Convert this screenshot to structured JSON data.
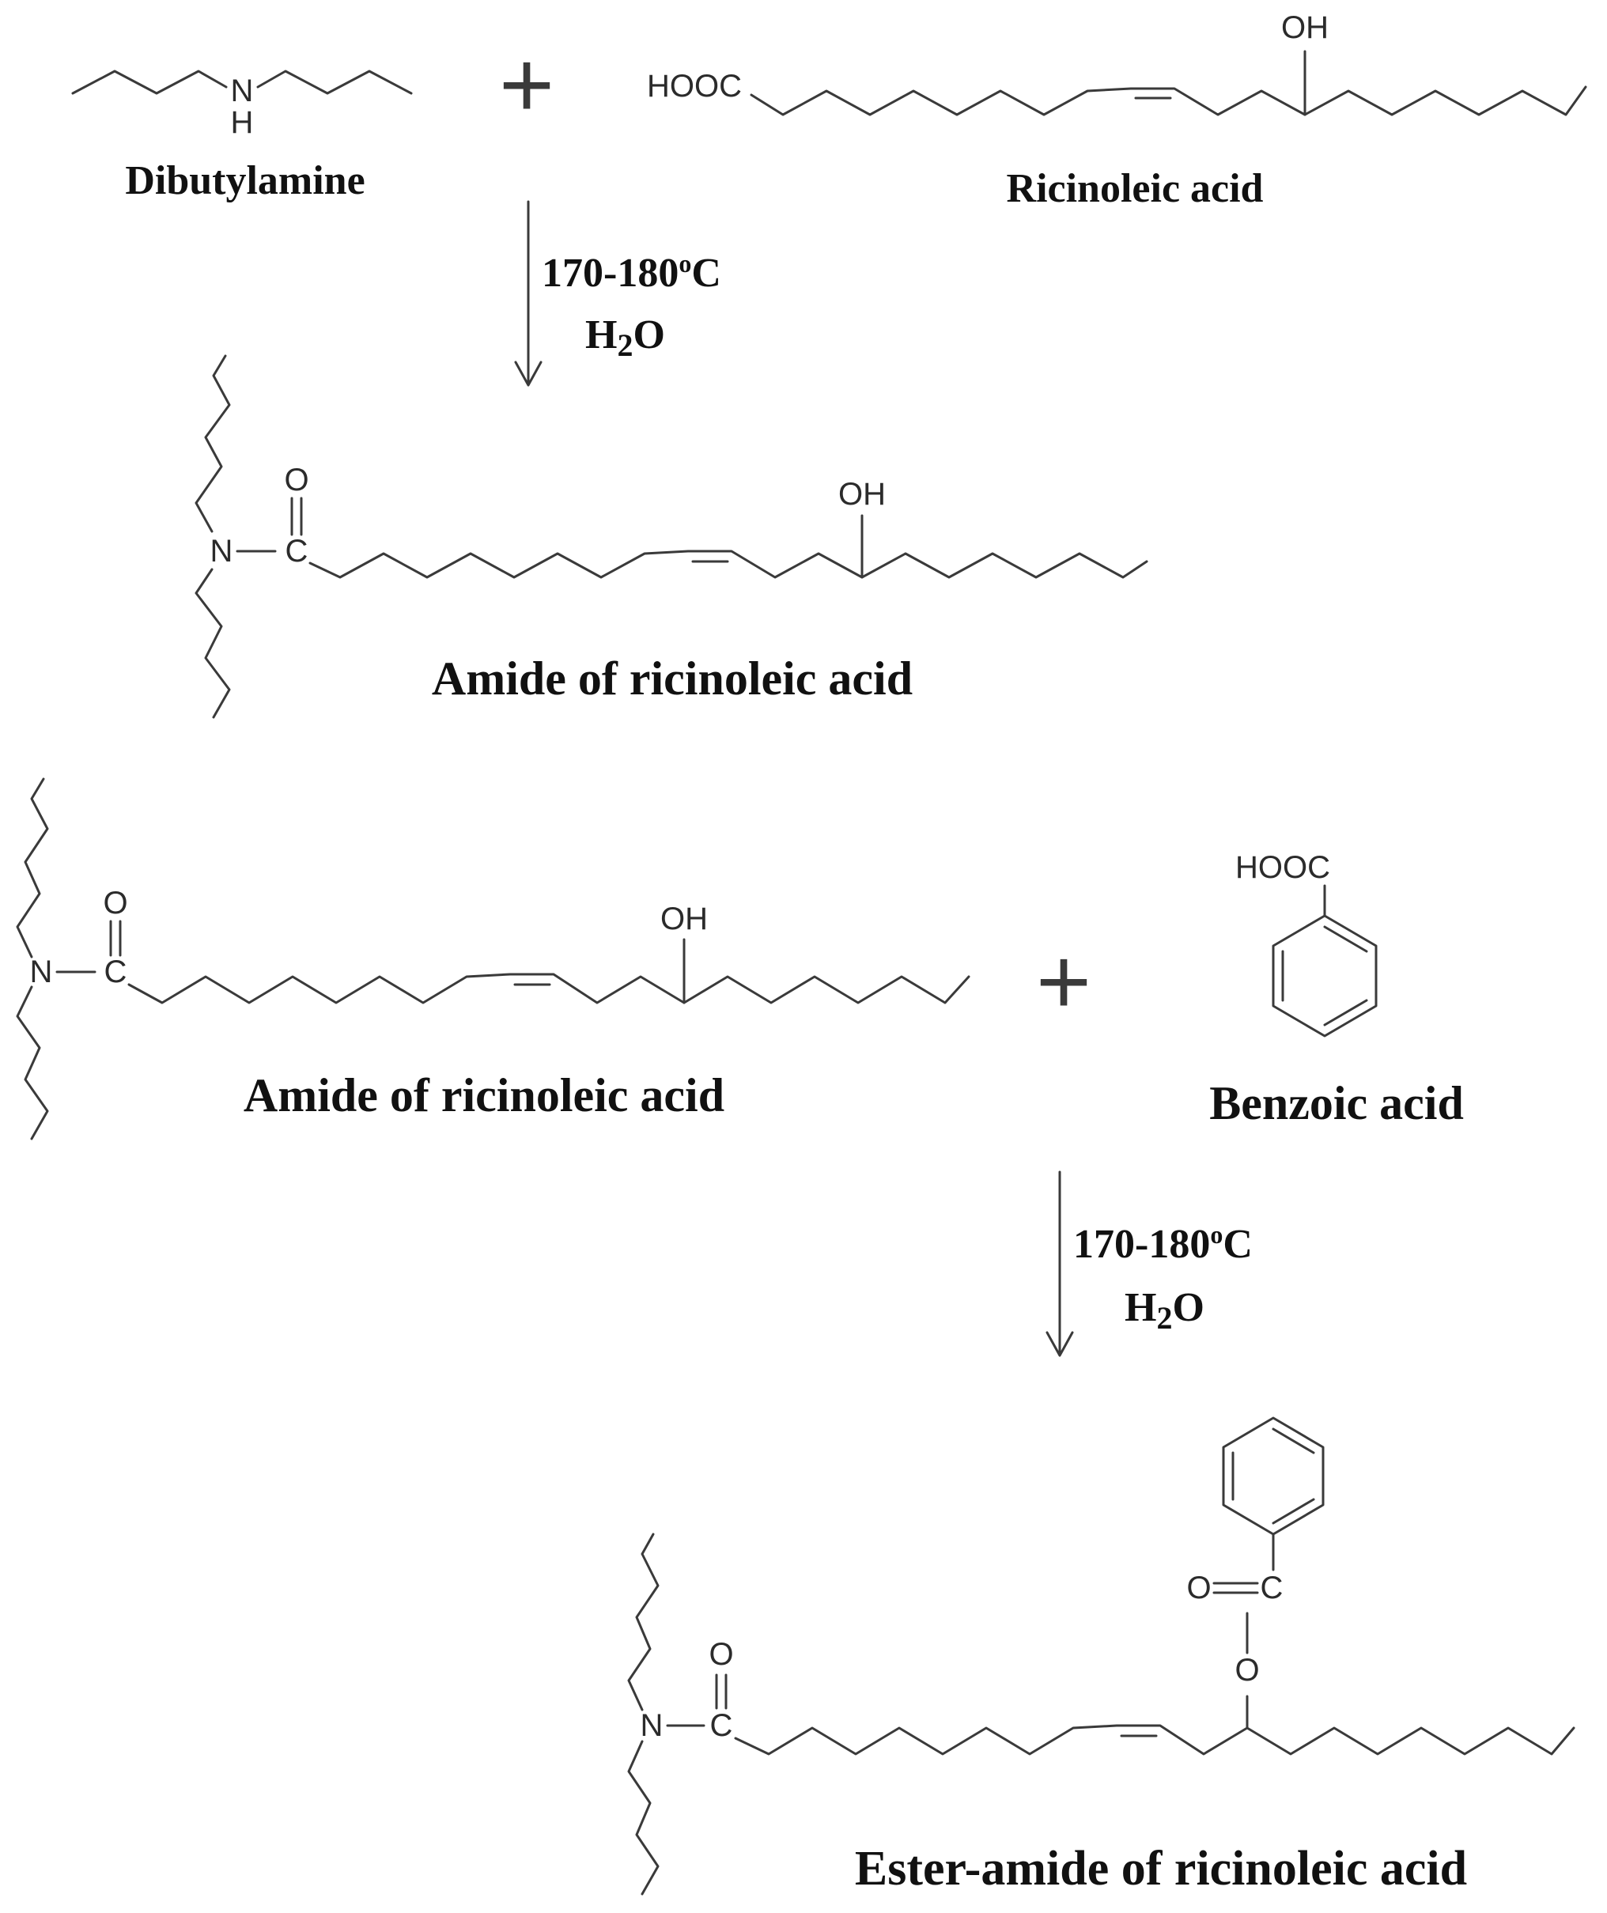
{
  "atoms": {
    "n": "N",
    "h": "H",
    "c": "C",
    "o": "O",
    "oh": "OH",
    "hooc": "HOOC",
    "plus": "+"
  },
  "compounds": {
    "dibutylamine": "Dibutylamine",
    "ricinoleic_acid": "Ricinoleic acid",
    "amide_1": "Amide of ricinoleic acid",
    "amide_2": "Amide of ricinoleic acid",
    "benzoic_acid": "Benzoic acid",
    "ester_amide": "Ester-amide of ricinoleic acid"
  },
  "conditions": {
    "step1_temp": "170-180",
    "step1_degree": "o",
    "step1_unit": "C",
    "step1_water_h": "H",
    "step1_water_2": "2",
    "step1_water_o": "O",
    "step2_temp": "170-180",
    "step2_degree": "o",
    "step2_unit": "C",
    "step2_water_h": "H",
    "step2_water_2": "2",
    "step2_water_o": "O"
  }
}
